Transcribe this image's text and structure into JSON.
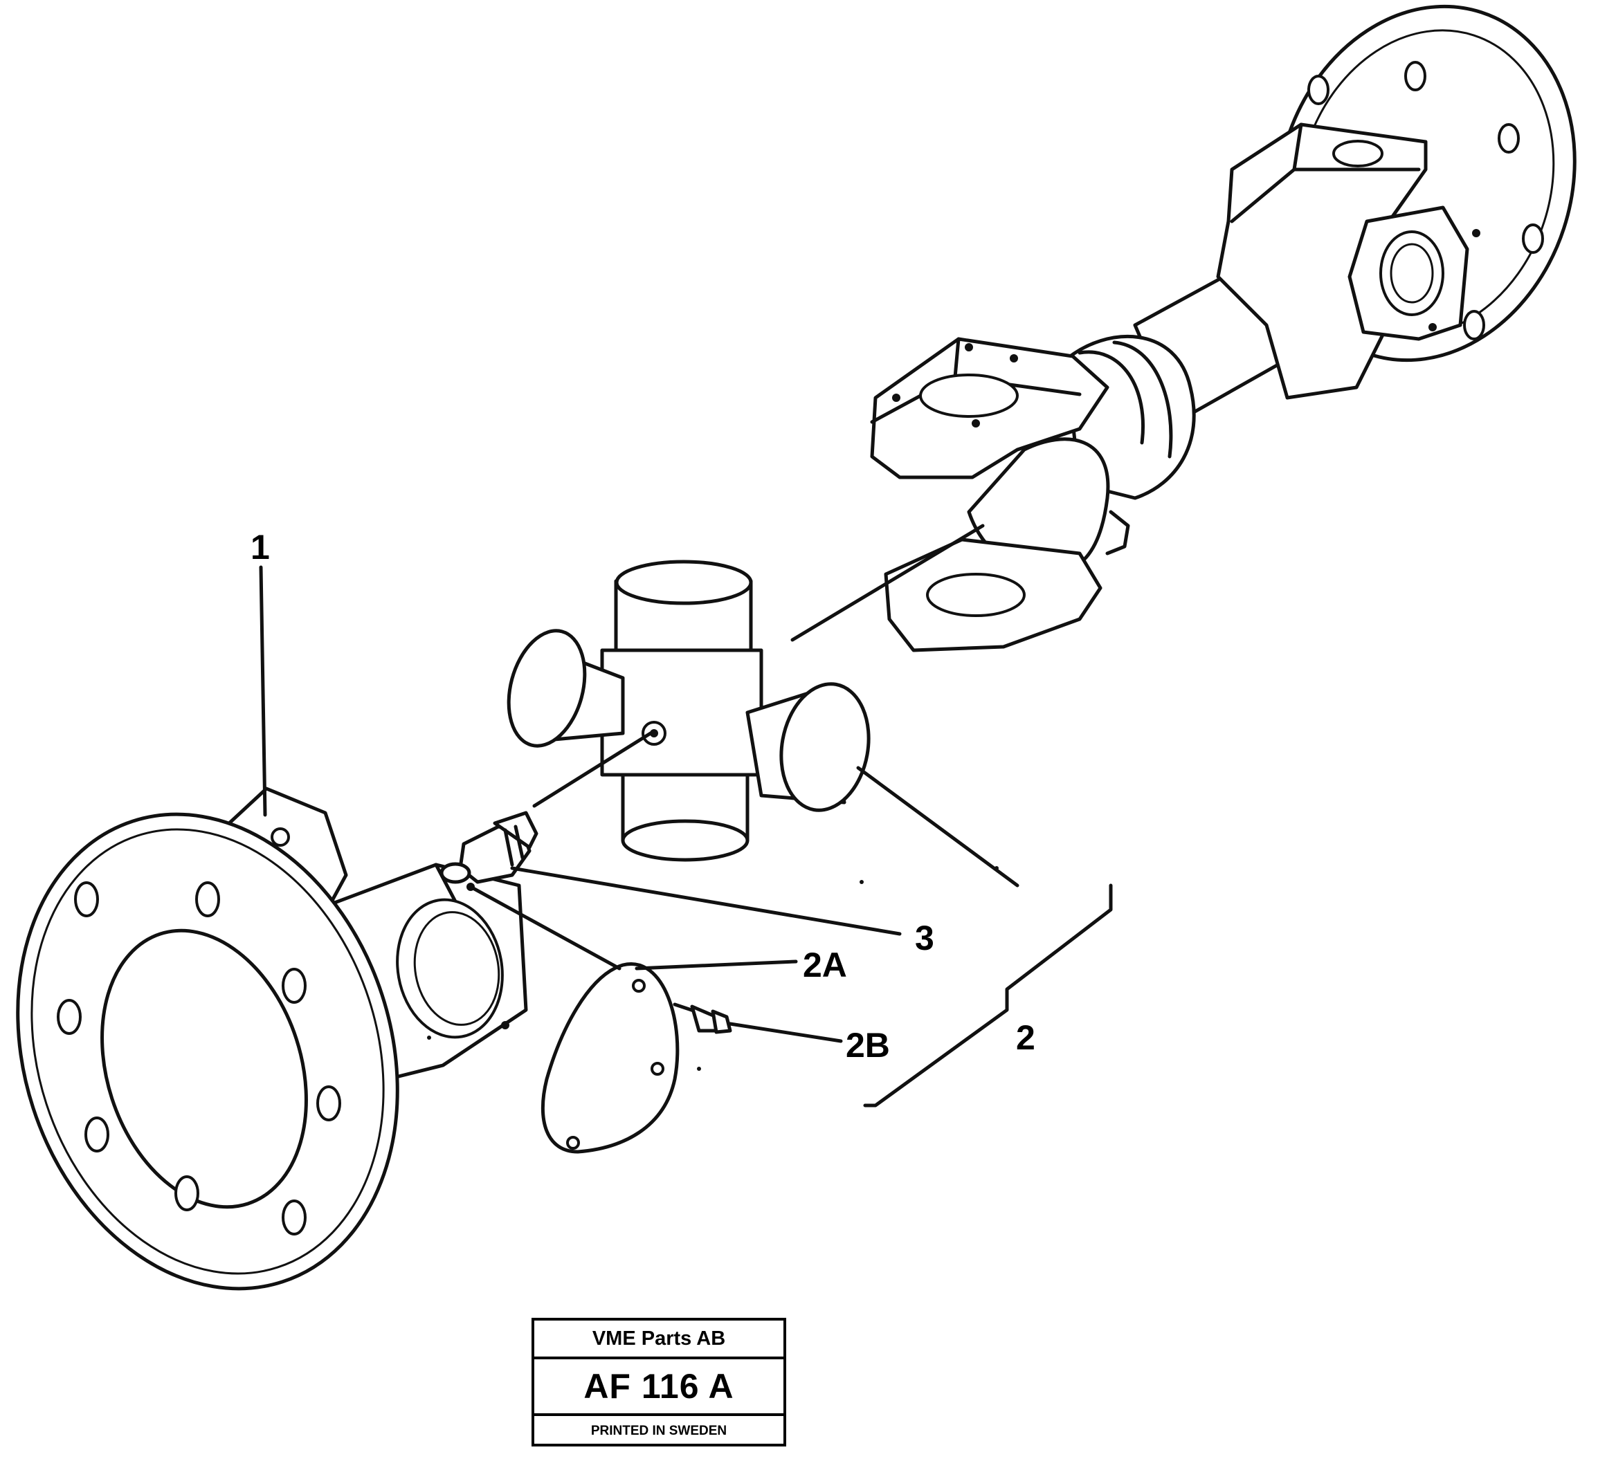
{
  "callouts": {
    "c1": "1",
    "c2": "2",
    "c2a": "2A",
    "c2b": "2B",
    "c3": "3"
  },
  "title_block": {
    "company": "VME Parts AB",
    "code": "AF 116 A",
    "printed": "PRINTED IN SWEDEN"
  }
}
